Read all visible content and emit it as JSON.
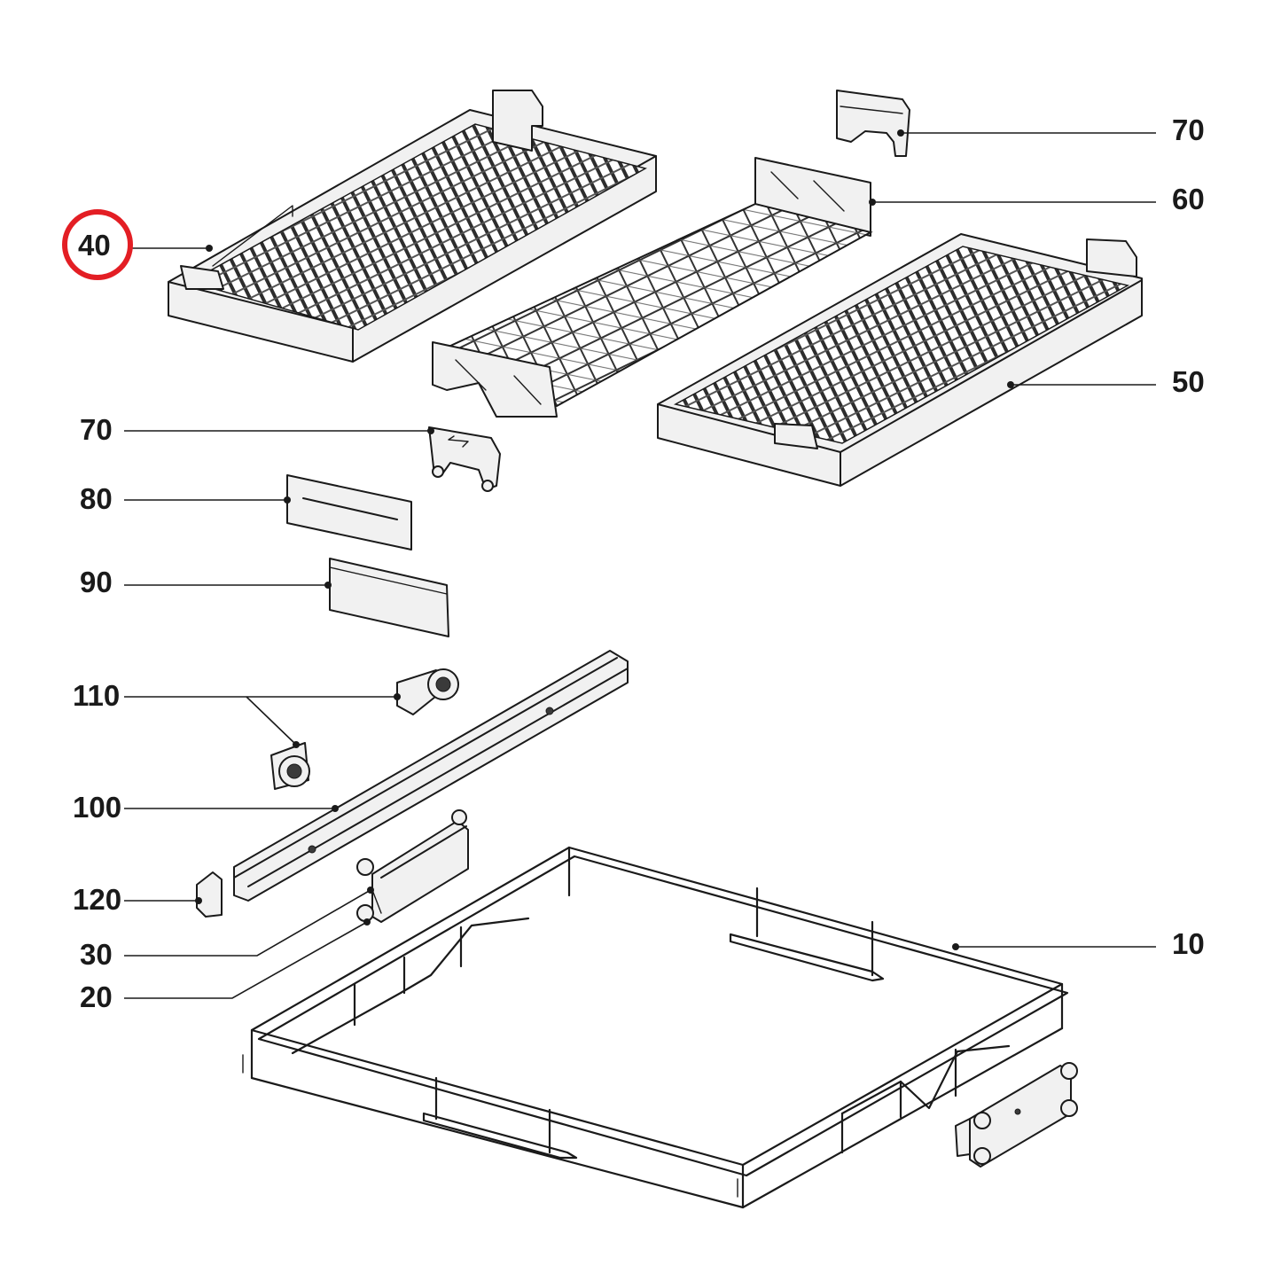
{
  "highlight_color": "#e31e24",
  "callouts": {
    "c70_top": "70",
    "c60": "60",
    "c40": "40",
    "c50": "50",
    "c70_left": "70",
    "c80": "80",
    "c90": "90",
    "c110": "110",
    "c100": "100",
    "c120": "120",
    "c30": "30",
    "c20": "20",
    "c10": "10"
  }
}
